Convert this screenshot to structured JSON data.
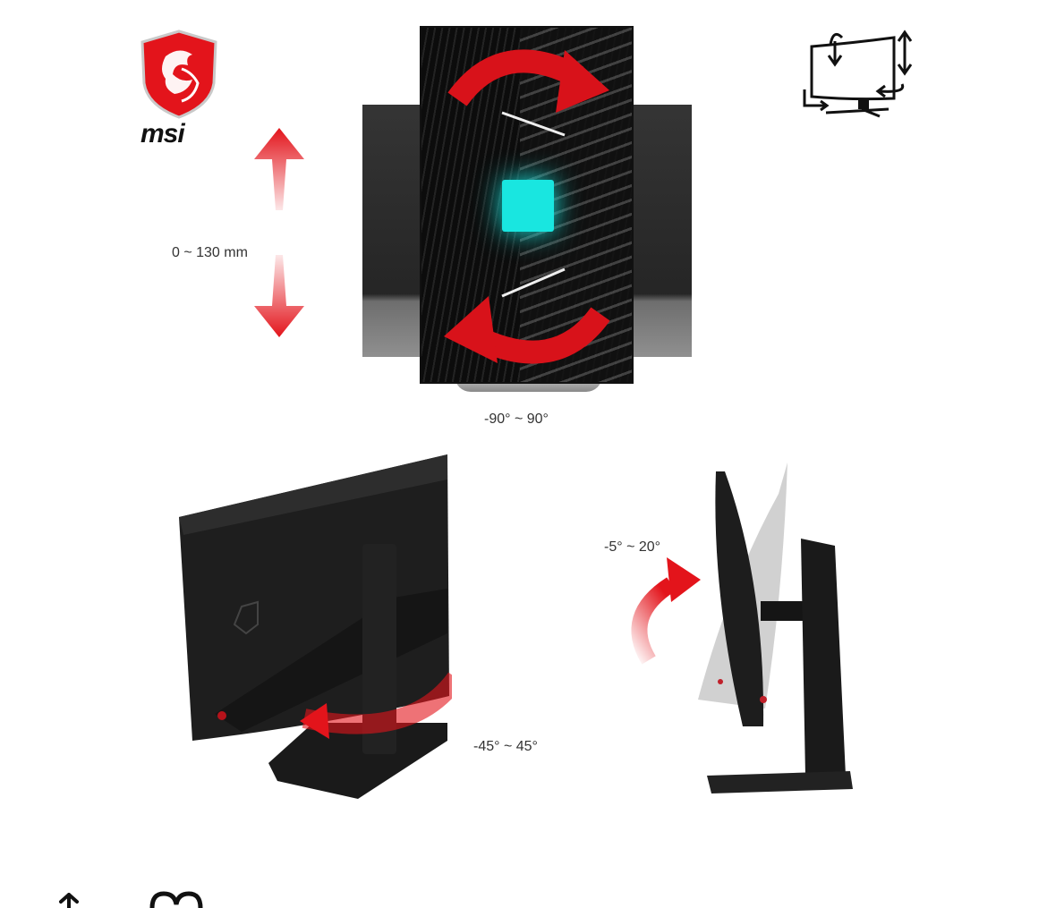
{
  "brand": {
    "name": "msi",
    "logo_icon": "msi-dragon-shield-icon",
    "accent_color": "#e3141b"
  },
  "adjustments": {
    "height": {
      "label": "0 ~ 130 mm",
      "icon": "vertical-double-arrow-icon"
    },
    "pivot": {
      "label": "-90° ~ 90°",
      "icon": "rotate-arrows-icon"
    },
    "swivel": {
      "label": "-45° ~ 45°",
      "icon": "swivel-arrow-icon"
    },
    "tilt": {
      "label": "-5° ~ 20°",
      "icon": "tilt-arrow-icon"
    }
  },
  "ergonomic_icon": "monitor-ergonomic-adjust-icon",
  "bottom_bar": {
    "share_icon": "share-icon",
    "favorite_icon": "favorite-icon"
  }
}
